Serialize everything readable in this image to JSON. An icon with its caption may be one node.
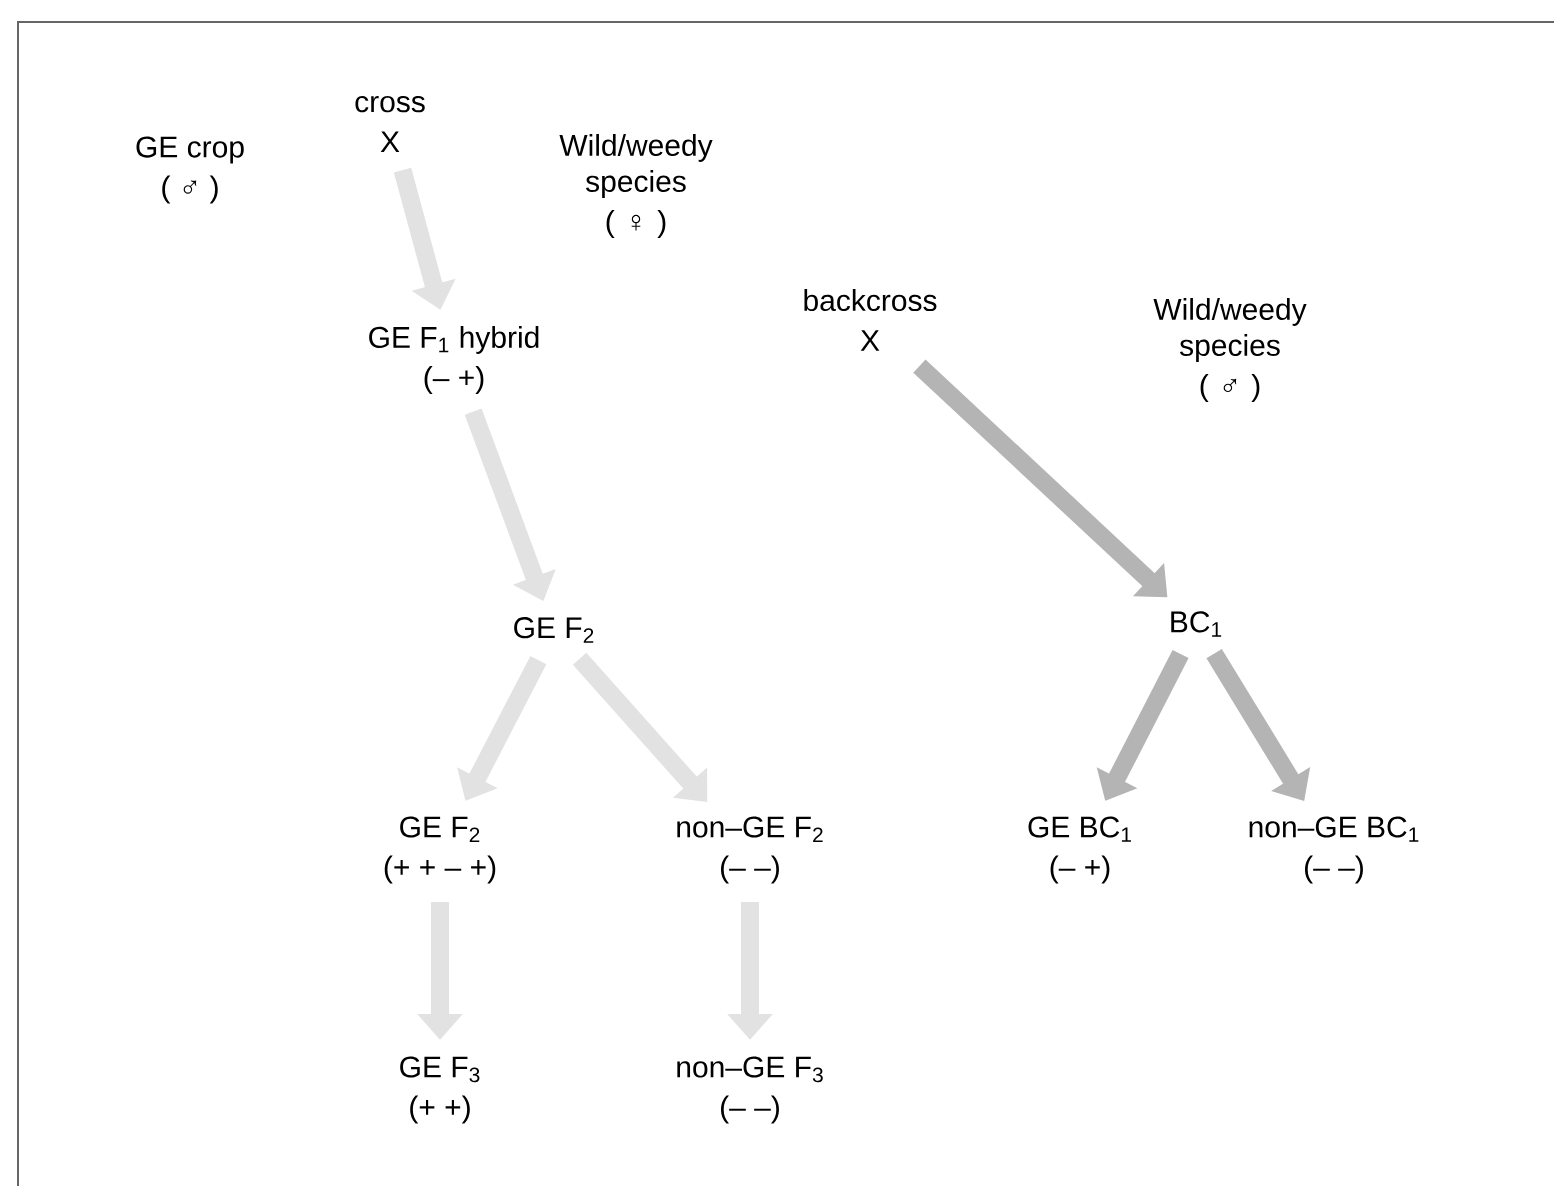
{
  "diagram": {
    "nodes": [
      {
        "text": [
          "GE crop",
          "( ♂ )"
        ]
      },
      {
        "text": [
          "cross",
          "X"
        ]
      },
      {
        "text": [
          "Wild/weedy species",
          "( ♀ )"
        ]
      },
      {
        "text": [
          "GE F$_{1}$ hybrid",
          "(– +)"
        ]
      },
      {
        "text": [
          "backcross",
          "X"
        ]
      },
      {
        "text": [
          "Wild/weedy species",
          "( ♂ )"
        ]
      },
      {
        "text": [
          "GE F$_{2}$"
        ]
      },
      {
        "text": [
          "BC$_{1}$"
        ]
      },
      {
        "text": [
          "GE F$_{2}$",
          "(+ + – +)"
        ]
      },
      {
        "text": [
          "non–GE F$_{2}$",
          "(– –)"
        ]
      },
      {
        "text": [
          "GE BC$_{1}$",
          "(– +)"
        ]
      },
      {
        "text": [
          "non–GE BC$_{1}$",
          "(– –)"
        ]
      },
      {
        "text": [
          "GE F$_{3}$",
          "(+ +)"
        ]
      },
      {
        "text": [
          "non–GE F$_{3}$",
          "(– –)"
        ]
      }
    ],
    "edges": [
      {
        "from": 1,
        "to": 3,
        "arrow": "to"
      },
      {
        "from": 3,
        "to": 6,
        "arrow": "to"
      },
      {
        "from": 4,
        "to": 7,
        "arrow": "to",
        "color": "#b4b4b4"
      },
      {
        "from": 6,
        "to": 8,
        "arrow": "to"
      },
      {
        "from": 6,
        "to": 9,
        "arrow": "to"
      },
      {
        "from": 7,
        "to": 10,
        "arrow": "to",
        "color": "#b4b4b4"
      },
      {
        "from": 7,
        "to": 11,
        "arrow": "to",
        "color": "#b4b4b4"
      },
      {
        "from": 8,
        "to": 12,
        "arrow": "to"
      },
      {
        "from": 9,
        "to": 13,
        "arrow": "to"
      }
    ]
  }
}
